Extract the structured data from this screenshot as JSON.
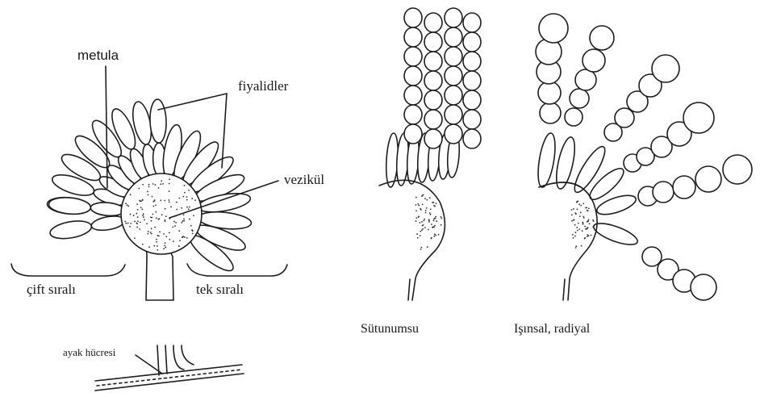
{
  "labels": {
    "metula": "metula",
    "fiyalidler": "fiyalidler",
    "vezikul": "vezikül",
    "cift_sirali": "çift sıralı",
    "tek_sirali": "tek sıralı",
    "ayak_hucresi": "ayak hücresi",
    "sutunumsu": "Sütunumsu",
    "isinsal": "Işınsal, radiyal"
  }
}
